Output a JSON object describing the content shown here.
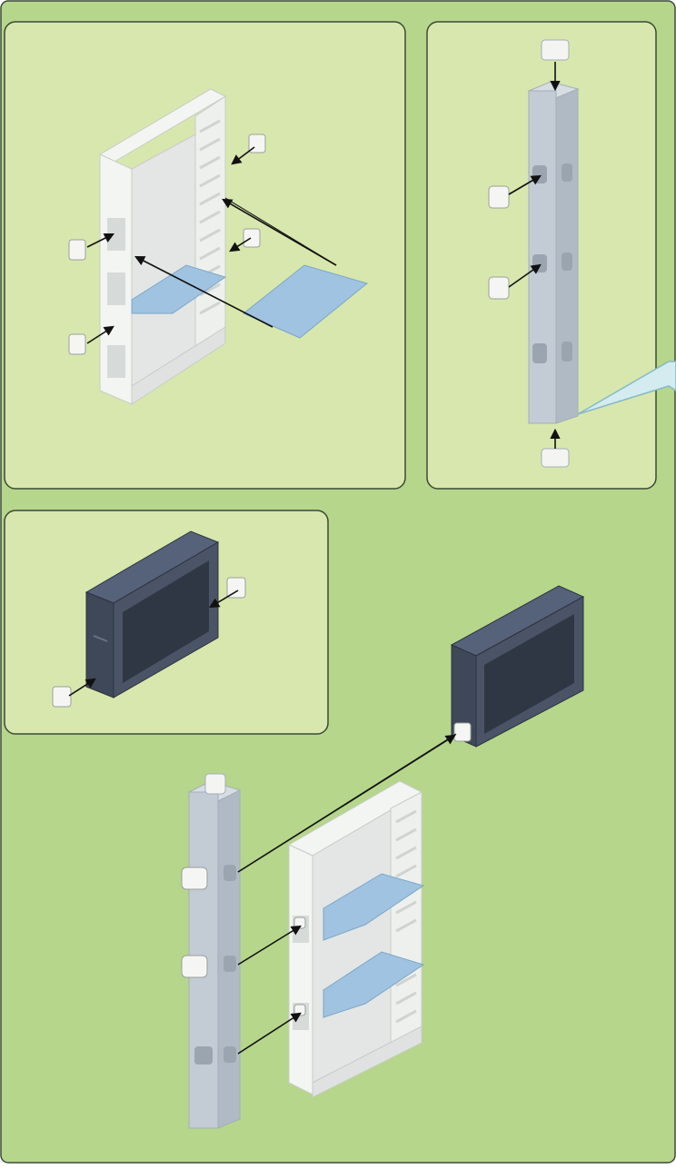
{
  "colors": {
    "page_bg": "#b6d68c",
    "page_border": "#3b4a36",
    "inset_bg": "#d8e7ad",
    "frame_white": "#f3f5f2",
    "frame_shade": "#d6dad8",
    "frame_inner": "#c9cdca",
    "shelf_blue": "#9fc3e0",
    "shelf_blue_edge": "#7ea6c8",
    "post_grey": "#c3ccd4",
    "post_dark": "#a4aeb8",
    "box_navy": "#3e4858",
    "box_navy_light": "#56617a",
    "arrow": "#111111",
    "callout_fill": "#d4ecf0",
    "callout_stroke": "#86b9c6"
  },
  "panels": [
    {
      "name": "shelf-unit-assembly-panel"
    },
    {
      "name": "corner-post-assembly-panel"
    },
    {
      "name": "dark-cabinet-assembly-panel"
    }
  ],
  "icons": {
    "connector": "connector-clip-icon",
    "arrow": "assembly-arrow-icon",
    "post_cap": "post-cap-icon",
    "callout": "detail-callout-icon"
  }
}
